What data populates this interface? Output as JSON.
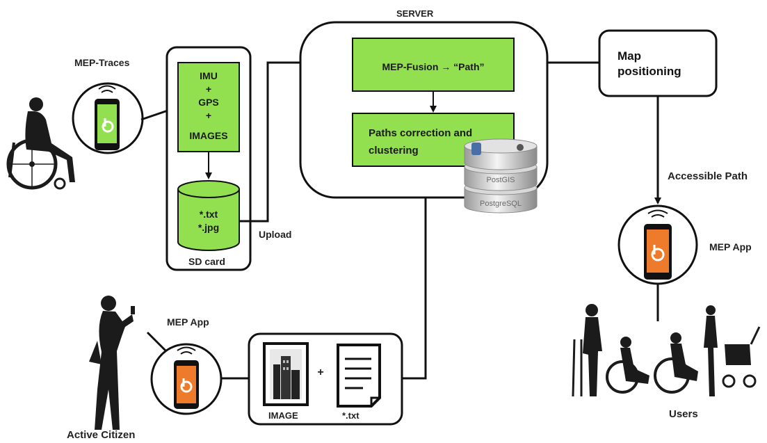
{
  "labels": {
    "mep_traces": "MEP-Traces",
    "server": "SERVER",
    "map_positioning_line1": "Map",
    "map_positioning_line2": "positioning",
    "accessible_path": "Accessible Path",
    "mep_app_right": "MEP App",
    "users": "Users",
    "mep_app_left": "MEP App",
    "active_citizen": "Active Citizen",
    "upload": "Upload",
    "sd_card": "SD card",
    "image": "IMAGE",
    "txt_file": "*.txt"
  },
  "sensor_box": {
    "line1": "IMU",
    "plus1": "+",
    "line2": "GPS",
    "plus2": "+",
    "line3": "IMAGES"
  },
  "storage": {
    "line1": "*.txt",
    "line2": "*.jpg"
  },
  "server_boxes": {
    "fusion": "MEP-Fusion → “Path”",
    "correction_line1": "Paths correction and",
    "correction_line2": "clustering"
  },
  "database": {
    "postgis": "PostGIS",
    "postgresql": "PostgreSQL"
  },
  "plus_sign": "+",
  "colors": {
    "green_box": "#92e04f",
    "orange_phone": "#ee7b2b",
    "green_phone": "#92e04f",
    "outline": "#111111",
    "silhouette": "#1b1b1b"
  }
}
